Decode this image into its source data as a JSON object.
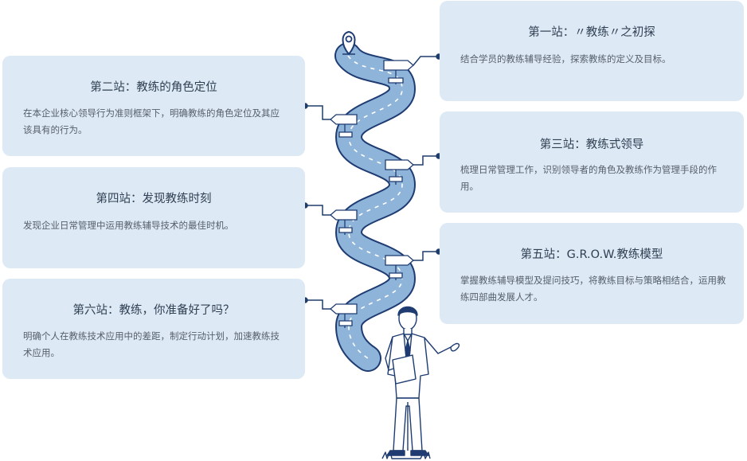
{
  "stations": [
    {
      "title": "第一站：〃教练〃之初探",
      "desc": "结合学员的教练辅导经验，探索教练的定义及目标。"
    },
    {
      "title": "第二站：教练的角色定位",
      "desc": "在本企业核心领导行为准则框架下，明确教练的角色定位及其应该具有的行为。"
    },
    {
      "title": "第三站：教练式领导",
      "desc": "梳理日常管理工作，识别领导者的角色及教练作为管理手段的作用。"
    },
    {
      "title": "第四站：发现教练时刻",
      "desc": "发现企业日常管理中运用教练辅导技术的最佳时机。"
    },
    {
      "title": "第五站：G.R.O.W.教练模型",
      "desc": "掌握教练辅导模型及提问技巧，将教练目标与策略相结合，运用教练四部曲发展人才。"
    },
    {
      "title": "第六站：教练，你准备好了吗？",
      "desc": "明确个人在教练技术应用中的差距，制定行动计划，加速教练技术应用。"
    }
  ],
  "colors": {
    "card_bg": "#dde9f4",
    "road": "#8fb4da",
    "outline": "#1e3c72",
    "connector": "#1f3d6b"
  },
  "icons": [
    "location-pin-icon",
    "signpost-icon",
    "businessman-illustration"
  ]
}
